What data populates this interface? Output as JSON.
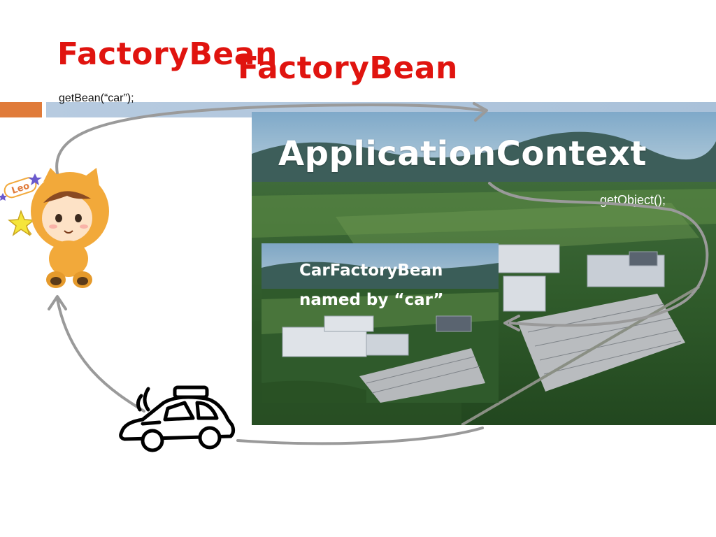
{
  "slide": {
    "title": "FactoryBean",
    "title_overlay": "FactoryBean",
    "getbean_code": "getBean(“car”);",
    "getobject_code": "getObject();",
    "application_context_label": "ApplicationContext",
    "car_factory_line1": "CarFactoryBean",
    "car_factory_line2": "named by “car”",
    "mascot_badge": "Leo"
  },
  "colors": {
    "title": "#e0140f",
    "accent_orange": "#e07b3a",
    "accent_blue": "#b7cbe0",
    "arrow": "#9a9a9a"
  },
  "icons": [
    "mascot-illustration",
    "police-car-icon",
    "curved-arrow"
  ]
}
